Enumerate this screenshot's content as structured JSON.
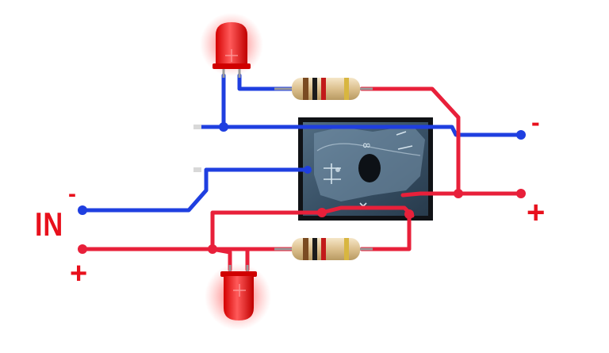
{
  "labels": {
    "input": "IN",
    "input_negative": "-",
    "input_positive": "+",
    "output_negative": "-",
    "output_positive": "+"
  },
  "colors": {
    "negative_wire": "#1f3fe0",
    "positive_wire": "#e8203a",
    "led": "#ff2a2a",
    "resistor_body": "#e6cfa0",
    "bridge_body": "#111318"
  },
  "components": [
    "bridge-rectifier",
    "led",
    "resistor"
  ]
}
